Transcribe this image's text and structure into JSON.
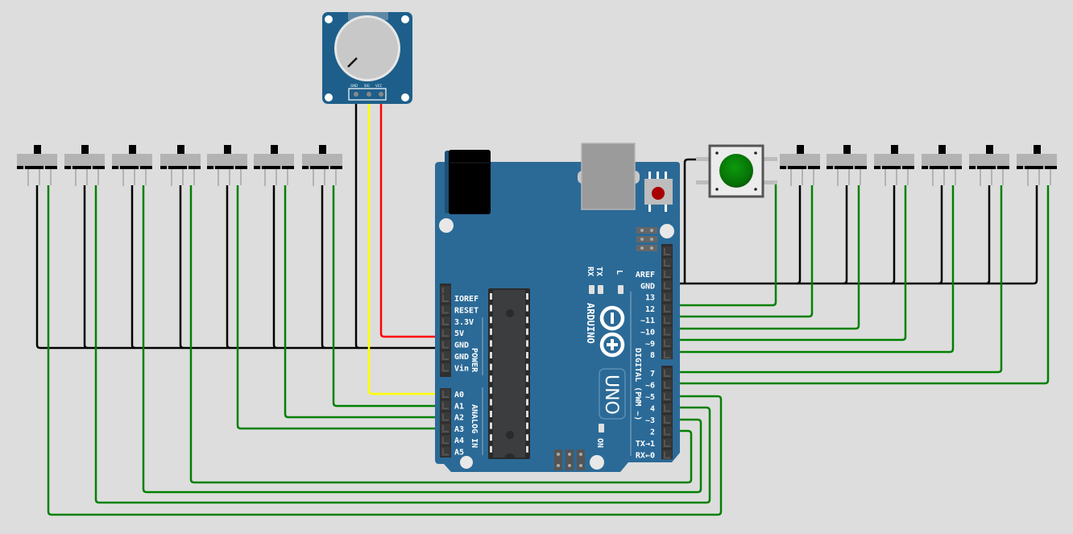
{
  "diagram": {
    "title": "Arduino Uno with potentiometer, pushbutton and 13 slide switches",
    "colors": {
      "background": "#dddddd",
      "board": "#2b6a97",
      "wire_gnd": "#000000",
      "wire_signal": "#008000",
      "wire_vcc": "#ff0000",
      "wire_sig_pot": "#ffff00",
      "button_cap": "#0a8a0a",
      "reset_button": "#b00000"
    },
    "potentiometer": {
      "pins": [
        "GND",
        "SIG",
        "VCC"
      ]
    },
    "arduino": {
      "brand": "ARDUINO",
      "model": "UNO",
      "power_header": [
        "IOREF",
        "RESET",
        "3.3V",
        "5V",
        "GND",
        "GND",
        "Vin"
      ],
      "power_label": "POWER",
      "analog_header": [
        "A0",
        "A1",
        "A2",
        "A3",
        "A4",
        "A5"
      ],
      "analog_label": "ANALOG IN",
      "digital_header_top": [
        "AREF",
        "GND",
        "13",
        "12",
        "~11",
        "~10",
        "~9",
        "8"
      ],
      "digital_header_bottom": [
        "7",
        "~6",
        "~5",
        "4",
        "~3",
        "2",
        "TX→1",
        "RX←0"
      ],
      "digital_label": "DIGITAL (PWM ~)",
      "leds": [
        "RX",
        "TX",
        "L"
      ],
      "on_label": "ON"
    },
    "left_switches": [
      {
        "id": "sw1",
        "connected_to": "D5"
      },
      {
        "id": "sw2",
        "connected_to": "D4"
      },
      {
        "id": "sw3",
        "connected_to": "D3"
      },
      {
        "id": "sw4",
        "connected_to": "D2"
      },
      {
        "id": "sw5",
        "connected_to": "A3"
      },
      {
        "id": "sw6",
        "connected_to": "A2"
      },
      {
        "id": "sw7",
        "connected_to": "A1"
      }
    ],
    "right_switches": [
      {
        "id": "sw8",
        "connected_to": "D11"
      },
      {
        "id": "sw9",
        "connected_to": "D10"
      },
      {
        "id": "sw10",
        "connected_to": "D9"
      },
      {
        "id": "sw11",
        "connected_to": "D8"
      },
      {
        "id": "sw12",
        "connected_to": "D7"
      },
      {
        "id": "sw13",
        "connected_to": "D6"
      }
    ],
    "pushbutton": {
      "connected_to": "D12"
    },
    "connections": [
      {
        "from": "pot.GND",
        "to": "GND",
        "color": "black"
      },
      {
        "from": "pot.SIG",
        "to": "A0",
        "color": "yellow"
      },
      {
        "from": "pot.VCC",
        "to": "5V",
        "color": "red"
      }
    ]
  }
}
